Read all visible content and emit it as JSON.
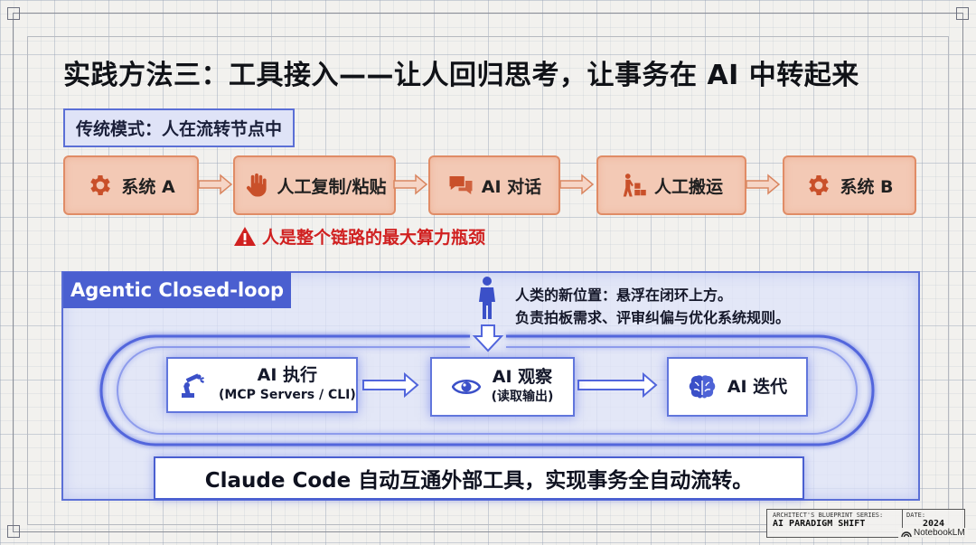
{
  "title": "实践方法三：工具接入——让人回归思考，让事务在 AI 中转起来",
  "traditional": {
    "label": "传统模式：人在流转节点中",
    "steps": [
      {
        "label": "系统 A",
        "icon": "gear-icon"
      },
      {
        "label": "人工复制/粘贴",
        "icon": "hand-icon"
      },
      {
        "label": "AI 对话",
        "icon": "chat-bubble-icon"
      },
      {
        "label": "人工搬运",
        "icon": "person-carrying-boxes-icon"
      },
      {
        "label": "系统 B",
        "icon": "gear-icon"
      }
    ],
    "warning": "人是整个链路的最大算力瓶颈"
  },
  "agentic": {
    "label": "Agentic Closed-loop",
    "human_note": {
      "line1": "人类的新位置：悬浮在闭环上方。",
      "line2": "负责拍板需求、评审纠偏与优化系统规则。"
    },
    "nodes": [
      {
        "title": "AI 执行",
        "subtitle": "(MCP Servers / CLI)",
        "icon": "robot-arm-icon"
      },
      {
        "title": "AI 观察",
        "subtitle": "(读取输出)",
        "icon": "eye-icon"
      },
      {
        "title": "AI 迭代",
        "subtitle": "",
        "icon": "brain-icon"
      }
    ],
    "summary": "Claude Code 自动互通外部工具，实现事务全自动流转。"
  },
  "title_block": {
    "series_label": "ARCHITECT'S BLUEPRINT SERIES:",
    "series_name": "AI PARADIGM SHIFT",
    "date_label": "DATE:",
    "date_value": "2024"
  },
  "watermark": "NotebookLM",
  "colors": {
    "accent_blue": "#4a5fd0",
    "warm_fill": "#f3c9b5",
    "warm_border": "#e08c66",
    "warning_red": "#d02020"
  }
}
